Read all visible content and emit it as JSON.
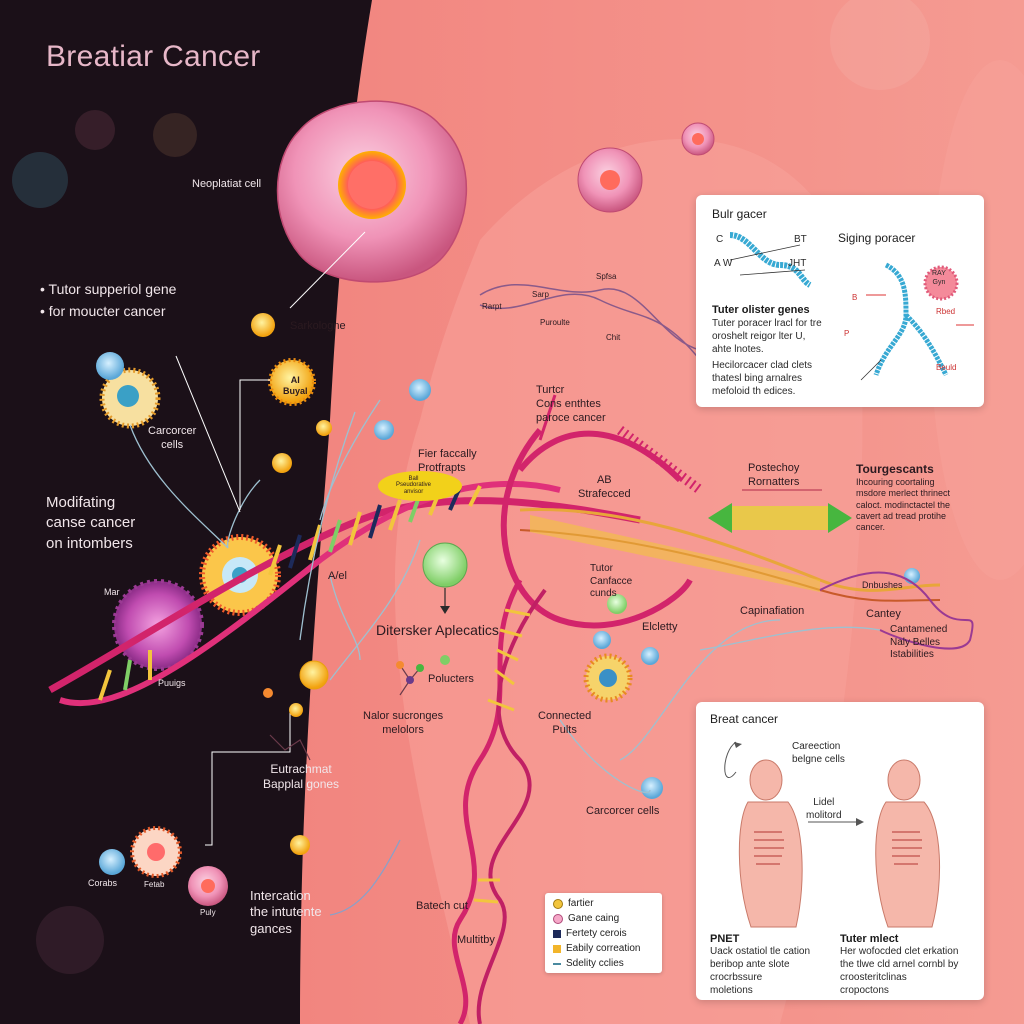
{
  "title": "Breatiar Cancer",
  "labels": {
    "neoplastic_cell": "Neoplatiat cell",
    "tutor_gene_line1": "• Tutor supperiol gene",
    "tutor_gene_line2": "• for moucter cancer",
    "sarkologne": "Sarkologne",
    "ai_small": "AI\nBuyal",
    "carcorcer_cells": "Carcorcer\ncells",
    "modifating": "Modifating\ncanse cancer\non intombers",
    "mar": "Mar",
    "puuigs": "Puuigs",
    "fier_faccally": "Fier faccally\nProtfrapts",
    "ball_badge": "Ball\nPseudorative\nanvisor",
    "avel": "A/el",
    "ditersker": "Ditersker Aplecatics",
    "polucters": "Polucters",
    "nalor_sucronges": "Nalor sucronges\nmelolors",
    "eutrachmat": "Eutrachmat\nBapplal gones",
    "corabs": "Corabs",
    "fetab": "Fetab",
    "puly": "Puly",
    "intercation": "Intercation\nthe intutente\ngances",
    "batch_cut": "Batech cut",
    "multiby": "Multitby",
    "tutrer_cons": "Turtcr\nCons enthtes\nparoce cancer",
    "ab_strafecced": "AB\nStrafecced",
    "tutor_canfacce": "Tutor\nCanfacce\ncunds",
    "elcletty": "Elcletty",
    "comected_pults": "Connected\nPults",
    "carcorcer_cells2": "Carcorcer cells",
    "capination": "Capinafiation",
    "cantey": "Cantey",
    "cantamened": "Cantamened\nNaly Belles\nIstabilities",
    "dnbushes": "Dnbushes",
    "spfsa": "Spfsa",
    "rarpt": "Rarpt",
    "puroulte": "Puroulte",
    "sarp": "Sarp",
    "chit": "Chit",
    "postecting": "Postechoy\nRornatters",
    "tourgescants_title": "Tourgescants",
    "tourgescants_body": "Ihcouring coortaling\nmsdore merlect thrinect\ncaloct. modinctactel the\ncavert ad tread protihe\ncancer."
  },
  "panel_top": {
    "title": "Bulr gacer",
    "subtitle": "Siging poracer",
    "c": "C",
    "aw": "A W",
    "bt": "BT",
    "jht": "JHT",
    "b": "B",
    "p": "P",
    "rbed": "Rbed",
    "beuld": "Beuld",
    "ry_gyn": "RAY\nGyn",
    "heading": "Tuter olister genes",
    "body1": "Tuter poracer lracl for tre\noroshelt reigor lter U,\nahte lnotes.",
    "body2": "Hecilorcacer clad clets\nthatesl bing arnalres\nmefoloid th edices."
  },
  "panel_bottom": {
    "title": "Breat cancer",
    "careection": "Careection\nbelgne cells",
    "lidel": "Lidel\nmolitord",
    "pnet_title": "PNET",
    "pnet_body": "Uack ostatiol tle cation\nberibop ante slote\ncrocrbssure\nmoletions",
    "tuter_title": "Tuter mlect",
    "tuter_body": "Her wofocded clet erkation\nthe tlwe cld arnel cornbl by\ncroosteritclinas\ncropoctons"
  },
  "legend": [
    {
      "label": "fartier",
      "swatch": "circle-yellow"
    },
    {
      "label": "Gane caing",
      "swatch": "circle-pink"
    },
    {
      "label": "Fertety cerois",
      "swatch": "square-navy"
    },
    {
      "label": "Eabily correation",
      "swatch": "square-gold"
    },
    {
      "label": "Sdelity cclies",
      "swatch": "line-teal"
    }
  ],
  "colors": {
    "background_dark": "#1a0f17",
    "background_pink": "#f28b86",
    "dna_magenta": "#d2246b",
    "dna_yellow": "#f2c53d",
    "cell_pink": "#f08ab2"
  }
}
